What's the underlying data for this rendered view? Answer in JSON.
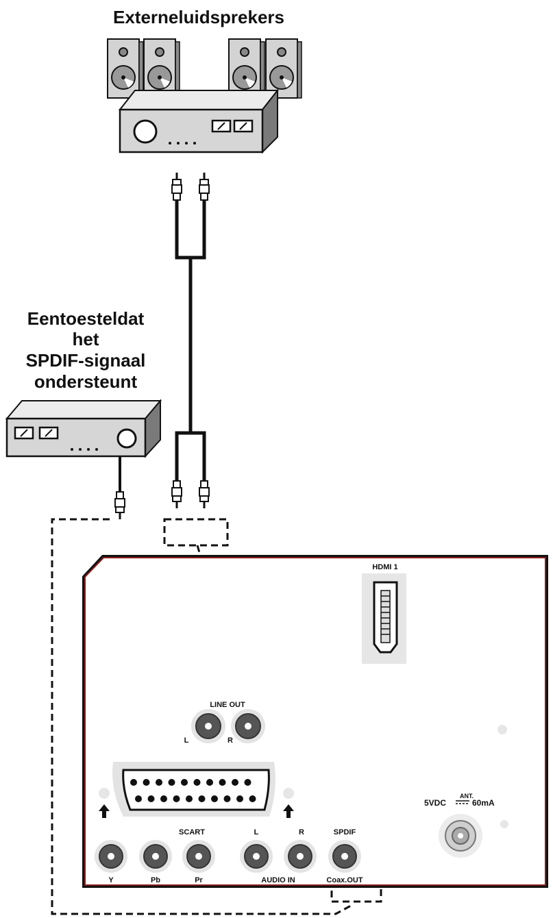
{
  "labels": {
    "speakers_title": "Externeluidsprekers",
    "spdif_device_lines": [
      "Eentoesteldat",
      "het",
      "SPDIF-signaal",
      "ondersteunt"
    ],
    "hdmi": "HDMI 1",
    "line_out": "LINE OUT",
    "line_l": "L",
    "line_r": "R",
    "scart": "SCART",
    "audio_l": "L",
    "audio_r": "R",
    "spdif": "SPDIF",
    "y": "Y",
    "pb": "Pb",
    "pr": "Pr",
    "audio_in": "AUDIO IN",
    "coax_out": "Coax.OUT",
    "power": "5VDC",
    "ant": "ANT.",
    "current": "60mA"
  },
  "colors": {
    "panel_outline": "#8a1a1a",
    "device_fill": "#d9d9d9",
    "jack_fill": "#555555",
    "ring_fill": "#e3e3e3"
  },
  "icons": [
    "speaker-icon",
    "amplifier-icon",
    "rca-plug-icon",
    "hdmi-port-icon",
    "scart-port-icon",
    "rca-jack-icon",
    "antenna-jack-icon",
    "up-arrow-icon"
  ]
}
